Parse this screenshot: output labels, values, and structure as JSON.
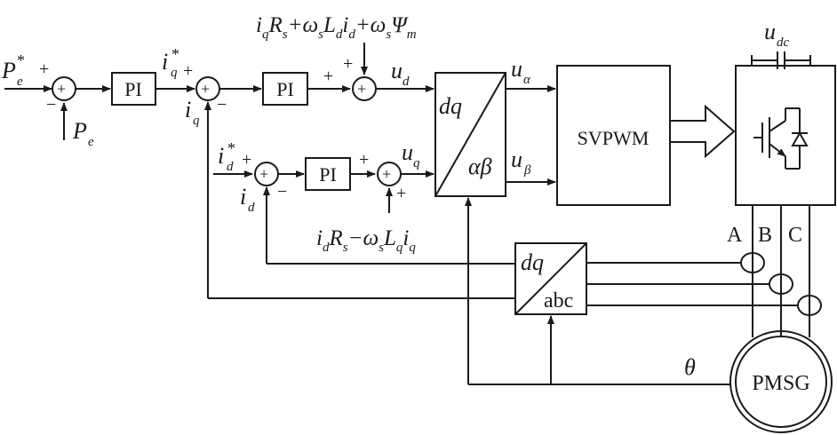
{
  "blocks": {
    "pi": "PI",
    "svpwm": "SVPWM",
    "pmsg": "PMSG",
    "dq": "dq",
    "alphabeta": "αβ",
    "abc": "abc"
  },
  "labels": {
    "pe_ref": "P",
    "pe_ref_sub": "e",
    "star": "*",
    "pe_meas": "P",
    "pe_meas_sub": "e",
    "iq_ref": "i",
    "iq_ref_sub": "q",
    "iq_meas": "i",
    "iq_meas_sub": "q",
    "id_ref": "i",
    "id_ref_sub": "d",
    "id_meas": "i",
    "id_meas_sub": "d",
    "ud": "u",
    "ud_sub": "d",
    "uq": "u",
    "uq_sub": "q",
    "ualpha": "u",
    "ualpha_sub": "α",
    "ubeta": "u",
    "ubeta_sub": "β",
    "udc": "u",
    "udc_sub": "dc",
    "theta": "θ",
    "phase_a": "A",
    "phase_b": "B",
    "phase_c": "C",
    "plus": "+",
    "minus": "−"
  },
  "feedforward_d": [
    {
      "t": "i",
      "s": "q"
    },
    {
      "t": "R",
      "s": "s"
    },
    {
      "t": "+ω",
      "s": "s"
    },
    {
      "t": "L",
      "s": "d"
    },
    {
      "t": "i",
      "s": "d"
    },
    {
      "t": "+ω",
      "s": "s"
    },
    {
      "t": "Ψ",
      "s": "m"
    }
  ],
  "feedforward_q": [
    {
      "t": "i",
      "s": "d"
    },
    {
      "t": "R",
      "s": "s"
    },
    {
      "t": "−ω",
      "s": "s"
    },
    {
      "t": "L",
      "s": "q"
    },
    {
      "t": "i",
      "s": "q"
    }
  ]
}
